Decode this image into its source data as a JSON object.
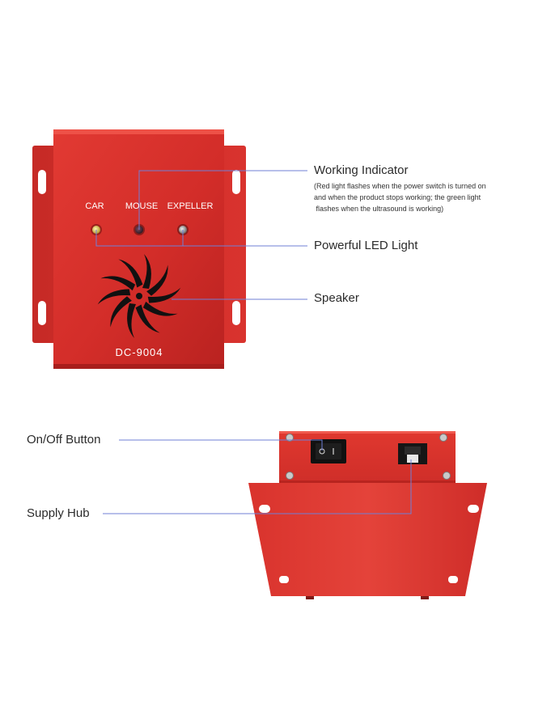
{
  "device_front": {
    "labels": {
      "car": "CAR",
      "mouse": "MOUSE",
      "expeller": "EXPELLER"
    },
    "model": "DC-9004"
  },
  "callouts": {
    "working_indicator": {
      "title": "Working Indicator",
      "note_line1": "(Red light flashes when the power switch is turned on",
      "note_line2": "and when the product stops working; the green light",
      "note_line3": " flashes when the ultrasound is working)"
    },
    "led_light": "Powerful LED Light",
    "speaker": "Speaker",
    "on_off": "On/Off Button",
    "supply_hub": "Supply Hub"
  },
  "colors": {
    "device_red": "#d8302c",
    "leader_line": "#6f7fd6"
  }
}
